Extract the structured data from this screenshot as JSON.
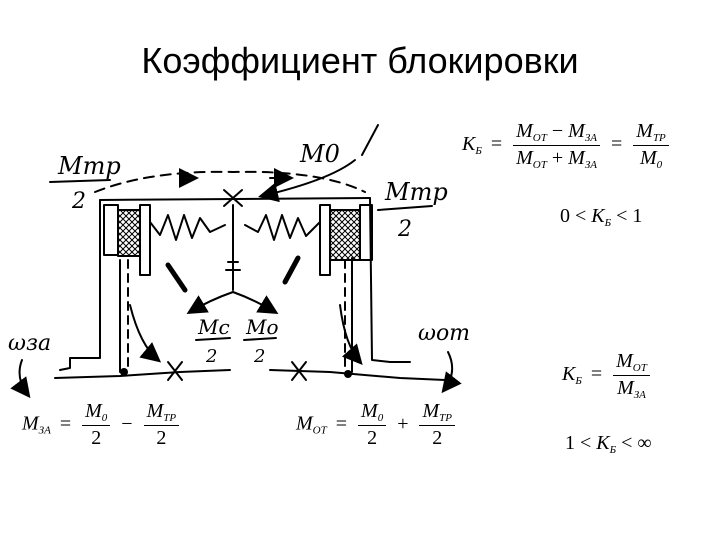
{
  "title": "Коэффициент блокировки",
  "diagram": {
    "labels": {
      "m0_top": "M0",
      "mtr_left": "Mтр",
      "mtr_left_div": "2",
      "mtr_right": "Mтр",
      "mtr_right_div": "2",
      "mc": "Mc",
      "mc_div": "2",
      "mo_mid": "Mo",
      "mo_mid_div": "2",
      "omega_left": "ωза",
      "omega_right": "ωот"
    }
  },
  "formulas": {
    "kb_def": {
      "lhs": "K",
      "lhs_sub": "Б",
      "num1_a": "M",
      "num1_a_sub": "ОТ",
      "num1_op": "−",
      "num1_b": "M",
      "num1_b_sub": "ЗА",
      "den1_a": "M",
      "den1_a_sub": "ОТ",
      "den1_op": "+",
      "den1_b": "M",
      "den1_b_sub": "ЗА",
      "num2": "M",
      "num2_sub": "ТР",
      "den2": "M",
      "den2_sub": "0"
    },
    "kb_range1": {
      "left": "0",
      "var": "K",
      "var_sub": "Б",
      "right": "1"
    },
    "kb_ratio": {
      "lhs": "K",
      "lhs_sub": "Б",
      "num": "M",
      "num_sub": "ОТ",
      "den": "M",
      "den_sub": "ЗА"
    },
    "kb_range2": {
      "left": "1",
      "var": "K",
      "var_sub": "Б",
      "right": "∞"
    },
    "m_za": {
      "lhs": "M",
      "lhs_sub": "ЗА",
      "n1": "M",
      "n1_sub": "0",
      "d1": "2",
      "op": "−",
      "n2": "M",
      "n2_sub": "ТР",
      "d2": "2"
    },
    "m_ot": {
      "lhs": "M",
      "lhs_sub": "ОТ",
      "n1": "M",
      "n1_sub": "0",
      "d1": "2",
      "op": "+",
      "n2": "M",
      "n2_sub": "ТР",
      "d2": "2"
    }
  }
}
